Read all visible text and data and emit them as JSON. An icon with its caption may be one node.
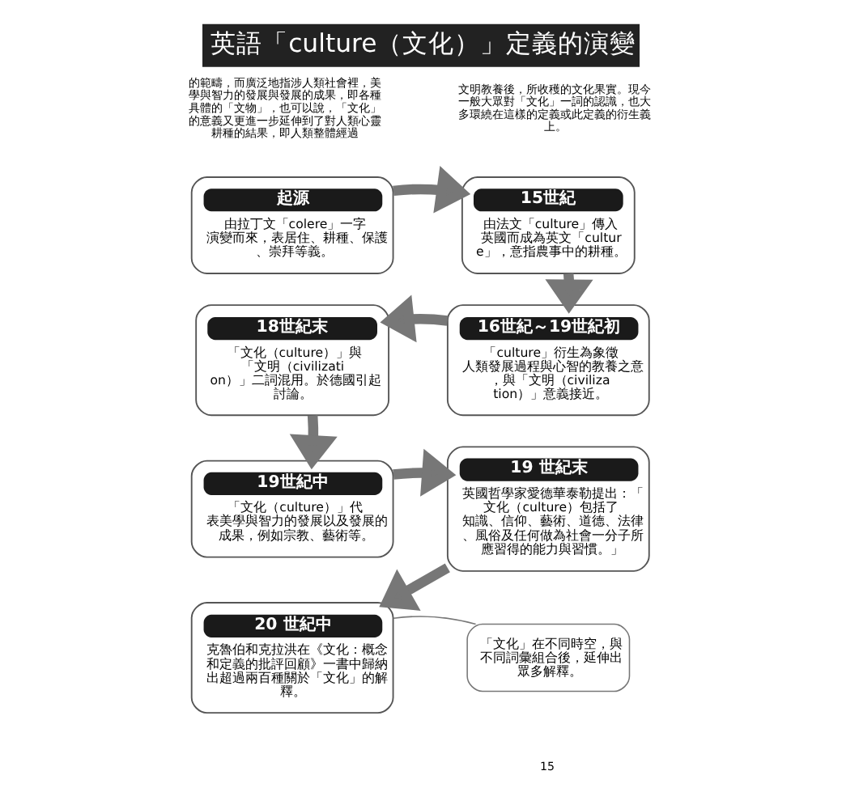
{
  "diagram": {
    "title": "英語「culture（文化）」定義的演變",
    "nodes": [
      {
        "text": [
          "起源",
          "由拉丁文「colere」一字演變而來，表居住、耕種、保護、崇拜等義。"
        ]
      },
      {
        "text": [
          "15世紀",
          "由法文「culture」傳入英國而成為英文「culture」，意指農事中的耕種。"
        ]
      },
      {
        "text": [
          "16世紀～19世紀初",
          "「culture」衍生為象徵人類發展過程與心智的教養之意，與「文明（civilization）」意義接近。"
        ]
      },
      {
        "text": [
          "18世紀末",
          "「文化（culture）」與「文明（civilization）」二詞混用。於德國引起討論。"
        ]
      },
      {
        "text": [
          "19世紀中",
          "「文化（culture）」代表美學與智力的發展以及發展的成果，例如宗教、藝術等。"
        ]
      },
      {
        "text": [
          "19 世紀末",
          "英國哲學家愛德華泰勒提出：「文化（culture）包括了知識、信仰、藝術、道德、法律、風俗及任何做為社會一分子所應習得的能力與習慣。」"
        ]
      },
      {
        "text": [
          "20 世紀中",
          "克魯伯和克拉洪在《文化：概念和定義的批評回顧》一書中歸納出超過兩百種關於「文化」的解釋。"
        ]
      },
      {
        "text": [
          "「文化」在不同時空，與不同詞彙組合後，延伸出眾多解釋。"
        ]
      }
    ],
    "edges": [
      {
        "from": 0,
        "to": 1,
        "arrow": "to"
      },
      {
        "from": 1,
        "to": 2,
        "arrow": "to"
      },
      {
        "from": 2,
        "to": 3,
        "arrow": "to"
      },
      {
        "from": 3,
        "to": 4,
        "arrow": "to"
      },
      {
        "from": 4,
        "to": 5,
        "arrow": "to"
      },
      {
        "from": 5,
        "to": 6,
        "arrow": "to"
      },
      {
        "from": 7,
        "to": 6,
        "arrow": "none"
      }
    ],
    "labels": [
      "的範疇，而廣泛地指涉人類社會裡，美學與智力的發展與發展的成果，即各種具體的「文物」，也可以說，「文化」的意義又更進一步延伸到了對人類心靈耕種的結果，即人類整體經過",
      "文明教養後，所收穫的文化果實。現今一般大眾對「文化」一詞的認識，也大多環繞在這樣的定義或此定義的衍生義上。",
      "15"
    ]
  }
}
